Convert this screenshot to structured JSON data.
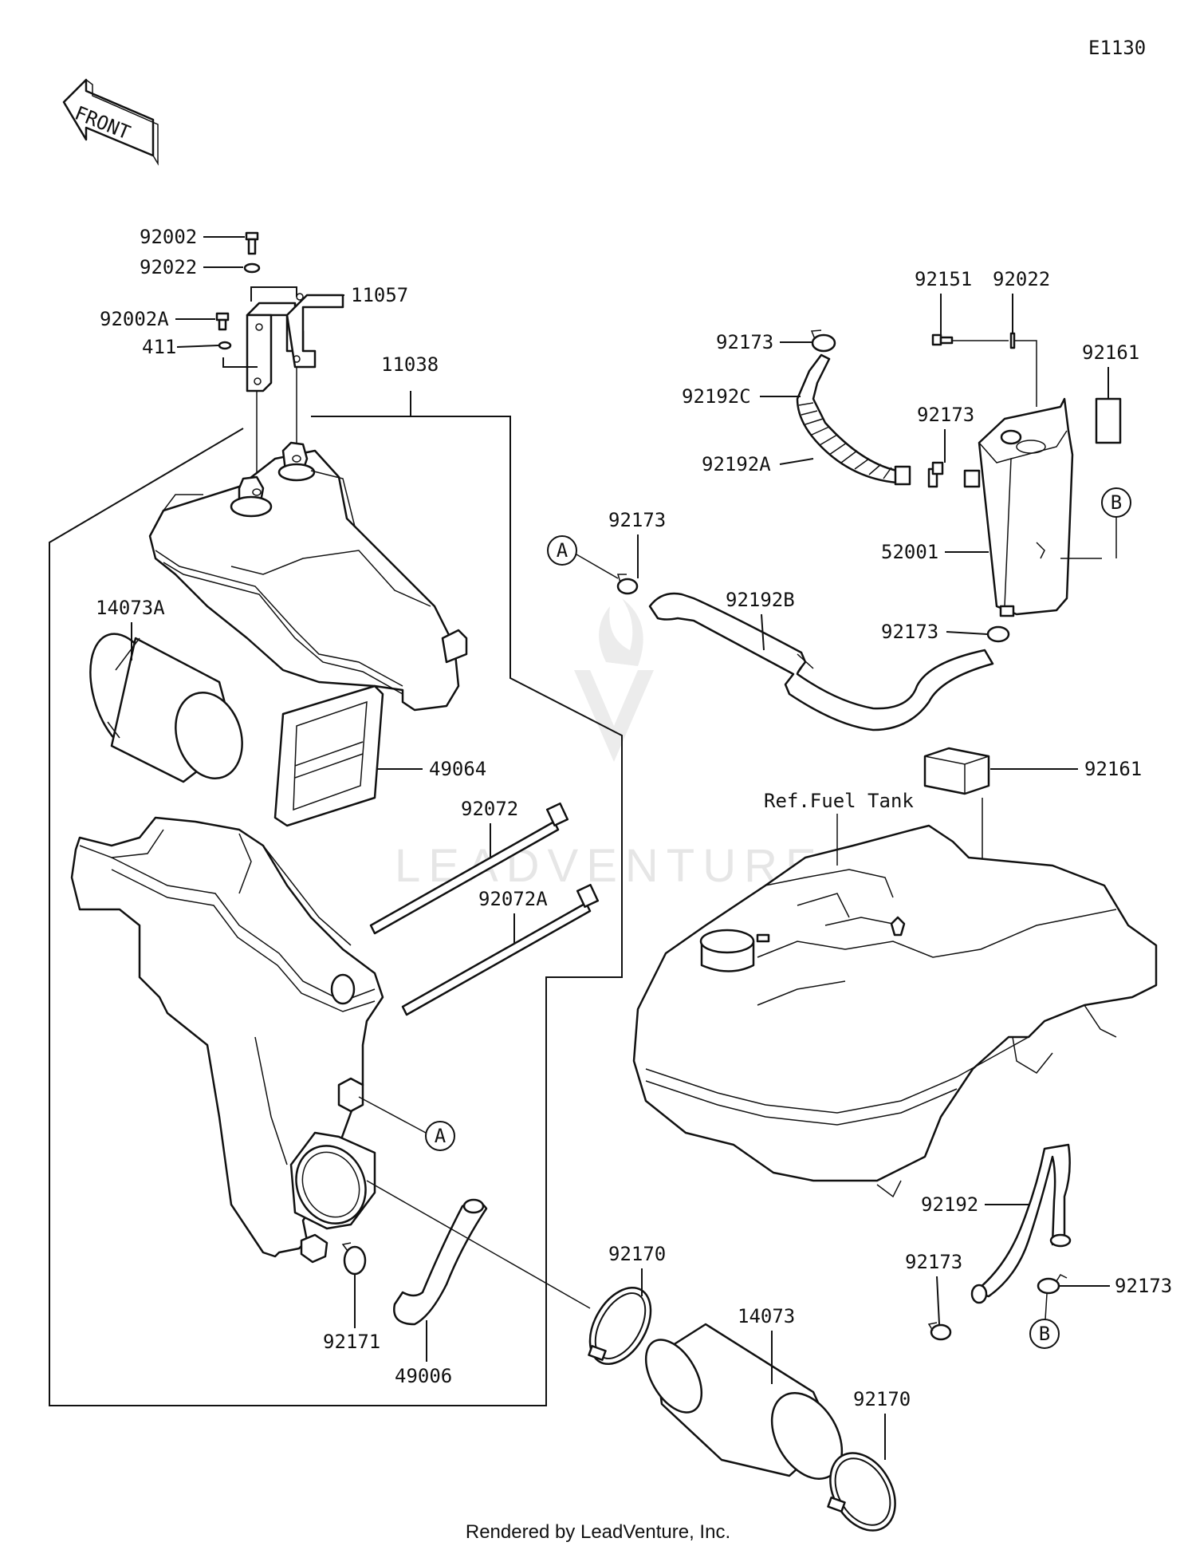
{
  "diagram_code": "E1130",
  "front_label": "FRONT",
  "watermark": "LEADVENTURE",
  "footer": "Rendered by LeadVenture, Inc.",
  "reference_label": "Ref.Fuel Tank",
  "callout_letters": {
    "a": "A",
    "b": "B"
  },
  "parts": {
    "p92002": "92002",
    "p92022_left": "92022",
    "p92002A": "92002A",
    "p411": "411",
    "p11057": "11057",
    "p11038": "11038",
    "p14073A": "14073A",
    "p49064": "49064",
    "p92072": "92072",
    "p92072A": "92072A",
    "p92171": "92171",
    "p49006": "49006",
    "p92170_upper": "92170",
    "p14073": "14073",
    "p92170_lower": "92170",
    "p92151": "92151",
    "p92022_right": "92022",
    "p92173_top": "92173",
    "p92192C": "92192C",
    "p92173_mid": "92173",
    "p92161_top": "92161",
    "p92192A": "92192A",
    "p92173_left": "92173",
    "p92192B": "92192B",
    "p52001": "52001",
    "p92173_canister": "92173",
    "p92161_lower": "92161",
    "p92192": "92192",
    "p92173_bl": "92173",
    "p92173_br": "92173"
  }
}
